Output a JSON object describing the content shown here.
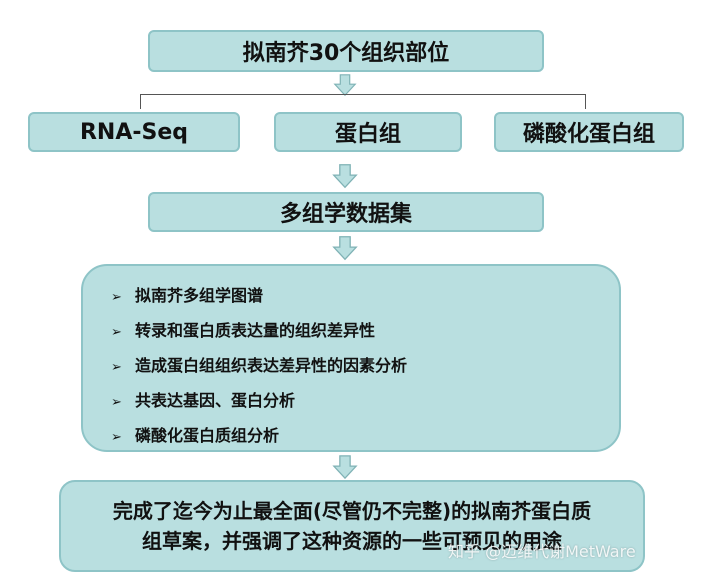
{
  "top": {
    "label": "拟南芥30个组织部位"
  },
  "methods": [
    {
      "label": "RNA-Seq"
    },
    {
      "label": "蛋白组"
    },
    {
      "label": "磷酸化蛋白组"
    }
  ],
  "dataset": {
    "label": "多组学数据集"
  },
  "results": {
    "bullet_icon": "arrow-right-icon",
    "items": [
      "拟南芥多组学图谱",
      "转录和蛋白质表达量的组织差异性",
      "造成蛋白组组织表达差异性的因素分析",
      "共表达基因、蛋白分析",
      "磷酸化蛋白质组分析"
    ]
  },
  "conclusion": {
    "line1": "完成了迄今为止最全面(尽管仍不完整)的拟南芥蛋白质",
    "line2": "组草案，并强调了这种资源的一些可预见的用途"
  },
  "watermark": "知乎 @迈维代谢MetWare",
  "colors": {
    "box_fill": "#b9dfe0",
    "box_border": "#8ec4c7",
    "arrow_fill": "#b9dfe0",
    "arrow_border": "#7fb2b5"
  }
}
